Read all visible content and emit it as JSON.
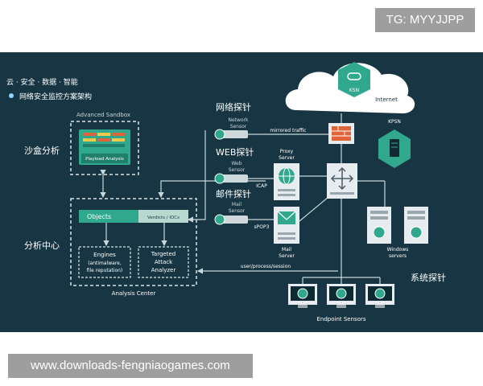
{
  "watermark": {
    "top_right": "TG: MYYJJPP",
    "bottom_left": "www.downloads-fengniaogames.com"
  },
  "header": {
    "line1": "云 · 安全 · 数据 · 智能",
    "line2": "网络安全监控方案架构"
  },
  "labels": {
    "sandbox_title": "Advanced Sandbox",
    "sandbox_cn": "沙盒分析",
    "playload": "Playload Analysis",
    "center_cn": "分析中心",
    "objects": "Objects",
    "verdicts": "Verdicts / IOCs",
    "engines": [
      "Engines",
      "(antimalware,",
      "file reputation)"
    ],
    "targeted": [
      "Targeted",
      "Attack",
      "Analyzer"
    ],
    "analysis_center": "Analysis Center",
    "net_cn": "网络探针",
    "net_sensor": [
      "Network",
      "Sensor"
    ],
    "web_cn": "WEB探针",
    "web_sensor": [
      "Web",
      "Sensor"
    ],
    "mail_cn": "邮件探针",
    "mail_sensor": [
      "Mail",
      "Sensor"
    ],
    "mirrored": "mirrored traffic",
    "icap": "ICAP",
    "spop3": "sPOP3",
    "proxy": [
      "Proxy",
      "Server"
    ],
    "mail_server": [
      "Mail",
      "Server"
    ],
    "ksn": "KSN",
    "internet": "Internet",
    "kpsn": "KPSN",
    "windows": [
      "Windows",
      "servers"
    ],
    "user_process": "user/process/session",
    "endpoint_cn": "系统探针",
    "endpoint": "Endpoint Sensors"
  },
  "colors": {
    "background": "#173542",
    "accent": "#2fa88e",
    "firewall": "#e0643a",
    "line": "#c9d6dc"
  },
  "icons": [
    "cloud-icon",
    "lock-icon",
    "firewall-icon",
    "router-icon",
    "server-icon",
    "monitor-icon",
    "envelope-icon",
    "globe-icon"
  ]
}
